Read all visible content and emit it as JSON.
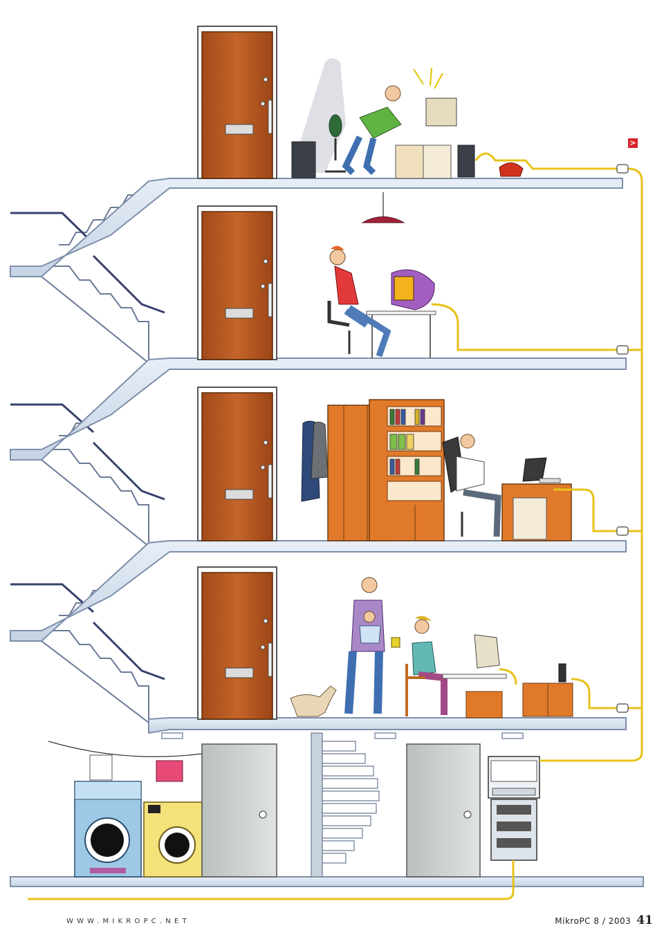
{
  "footer": {
    "website": "WWW.MIKROPC.NET",
    "magazine_issue": "MikroPC 8 / 2003",
    "page_number": "41"
  },
  "badge": {
    "symbol": ">",
    "color": "#d9242e"
  },
  "colors": {
    "slab": "#d8e4f1",
    "slab_edge": "#7d8fa9",
    "door": "#b85a22",
    "cable": "#e8c21a",
    "furniture": "#e07a2a"
  }
}
